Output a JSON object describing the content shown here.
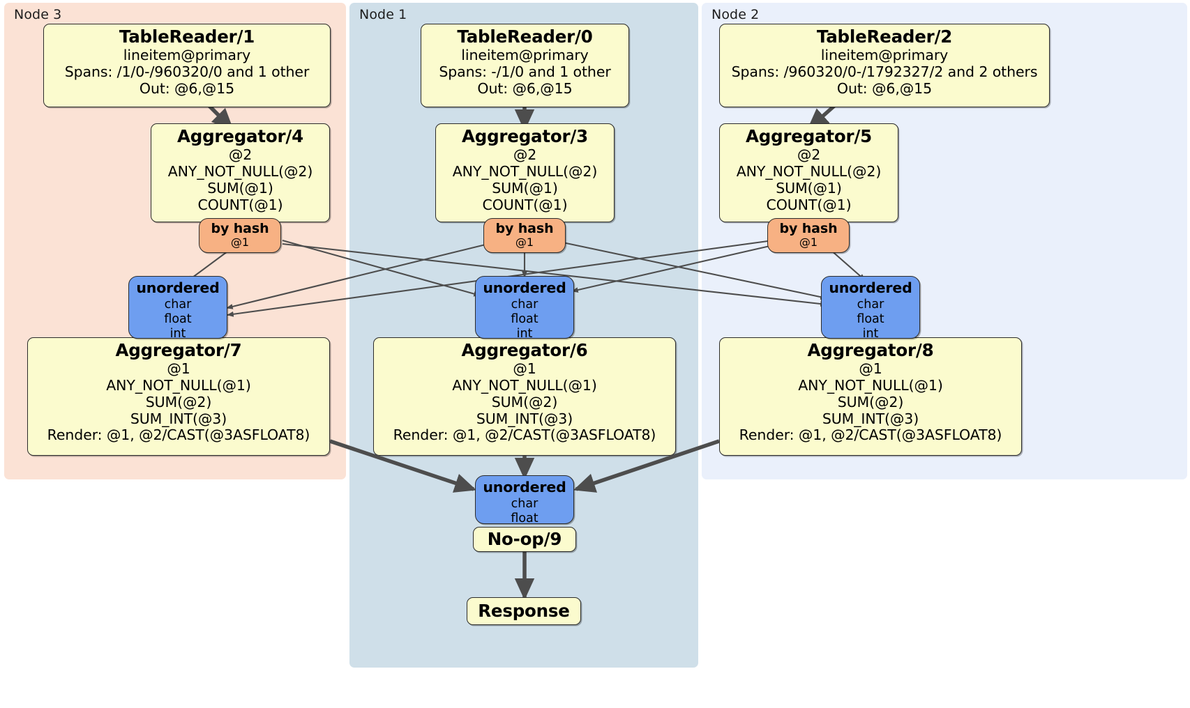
{
  "diagram": {
    "title": "Distributed query plan",
    "colors": {
      "node3_bg": "#fbe2d5",
      "node1_bg": "#cfdfe9",
      "node2_bg": "#eaf0fb",
      "processor_bg": "#fbfbce",
      "router_bg": "#f7b183",
      "receiver_bg": "#6e9ef0",
      "edge": "#4d4d4d",
      "border": "#2b2b2b"
    }
  },
  "nodes": [
    {
      "id": "node3",
      "label": "Node 3"
    },
    {
      "id": "node1",
      "label": "Node 1"
    },
    {
      "id": "node2",
      "label": "Node 2"
    }
  ],
  "processors": {
    "tablereader1": {
      "title": "TableReader/1",
      "lines": [
        "lineitem@primary",
        "Spans: /1/0-/960320/0 and 1 other",
        "Out: @6,@15"
      ]
    },
    "tablereader0": {
      "title": "TableReader/0",
      "lines": [
        "lineitem@primary",
        "Spans: -/1/0 and 1 other",
        "Out: @6,@15"
      ]
    },
    "tablereader2": {
      "title": "TableReader/2",
      "lines": [
        "lineitem@primary",
        "Spans: /960320/0-/1792327/2 and 2 others",
        "Out: @6,@15"
      ]
    },
    "aggregator4": {
      "title": "Aggregator/4",
      "lines": [
        "@2",
        "ANY_NOT_NULL(@2)",
        "SUM(@1)",
        "COUNT(@1)"
      ]
    },
    "aggregator3": {
      "title": "Aggregator/3",
      "lines": [
        "@2",
        "ANY_NOT_NULL(@2)",
        "SUM(@1)",
        "COUNT(@1)"
      ]
    },
    "aggregator5": {
      "title": "Aggregator/5",
      "lines": [
        "@2",
        "ANY_NOT_NULL(@2)",
        "SUM(@1)",
        "COUNT(@1)"
      ]
    },
    "aggregator7": {
      "title": "Aggregator/7",
      "lines": [
        "@1",
        "ANY_NOT_NULL(@1)",
        "SUM(@2)",
        "SUM_INT(@3)",
        "Render: @1, @2/CAST(@3ASFLOAT8)"
      ]
    },
    "aggregator6": {
      "title": "Aggregator/6",
      "lines": [
        "@1",
        "ANY_NOT_NULL(@1)",
        "SUM(@2)",
        "SUM_INT(@3)",
        "Render: @1, @2/CAST(@3ASFLOAT8)"
      ]
    },
    "aggregator8": {
      "title": "Aggregator/8",
      "lines": [
        "@1",
        "ANY_NOT_NULL(@1)",
        "SUM(@2)",
        "SUM_INT(@3)",
        "Render: @1, @2/CAST(@3ASFLOAT8)"
      ]
    },
    "noop9": {
      "title": "No-op/9",
      "lines": []
    },
    "response": {
      "title": "Response",
      "lines": []
    }
  },
  "routers": {
    "byhash_node3": {
      "title": "by hash",
      "lines": [
        "@1"
      ]
    },
    "byhash_node1": {
      "title": "by hash",
      "lines": [
        "@1"
      ]
    },
    "byhash_node2": {
      "title": "by hash",
      "lines": [
        "@1"
      ]
    }
  },
  "receivers": {
    "unordered_node3": {
      "title": "unordered",
      "lines": [
        "char",
        "float",
        "int"
      ]
    },
    "unordered_node1": {
      "title": "unordered",
      "lines": [
        "char",
        "float",
        "int"
      ]
    },
    "unordered_node2": {
      "title": "unordered",
      "lines": [
        "char",
        "float",
        "int"
      ]
    },
    "unordered_final": {
      "title": "unordered",
      "lines": [
        "char",
        "float"
      ]
    }
  }
}
